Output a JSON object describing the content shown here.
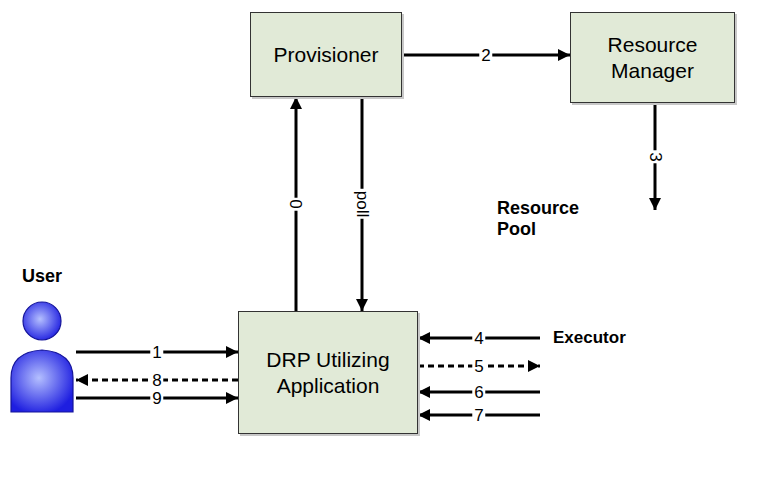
{
  "diagram": {
    "nodes": [
      {
        "text": [
          "Provisioner"
        ]
      },
      {
        "text": [
          "Resource Manager"
        ]
      },
      {
        "text": [
          "Resource Pool"
        ]
      },
      {
        "text": [
          "User"
        ]
      },
      {
        "text": [
          "DRP Utilizing Application"
        ]
      },
      {
        "text": [
          "Executor"
        ],
        "in": 2
      }
    ],
    "edges": [
      {
        "from": 4,
        "to": 0,
        "label": "0",
        "arrow": "to"
      },
      {
        "from": 0,
        "to": 4,
        "label": "poll",
        "arrow": "to"
      },
      {
        "from": 0,
        "to": 1,
        "label": "2",
        "arrow": "to"
      },
      {
        "from": 1,
        "to": 2,
        "label": "3",
        "arrow": "to"
      },
      {
        "from": 3,
        "to": 4,
        "label": "1",
        "arrow": "to"
      },
      {
        "from": 4,
        "to": 3,
        "label": "8",
        "arrow": "to"
      },
      {
        "from": 3,
        "to": 4,
        "label": "9",
        "arrow": "to"
      },
      {
        "from": 5,
        "to": 4,
        "label": "4",
        "arrow": "to"
      },
      {
        "from": 4,
        "to": 5,
        "label": "5",
        "arrow": "to"
      },
      {
        "from": 5,
        "to": 4,
        "label": "6",
        "arrow": "to"
      },
      {
        "from": 5,
        "to": 4,
        "label": "7",
        "arrow": "to"
      }
    ]
  }
}
